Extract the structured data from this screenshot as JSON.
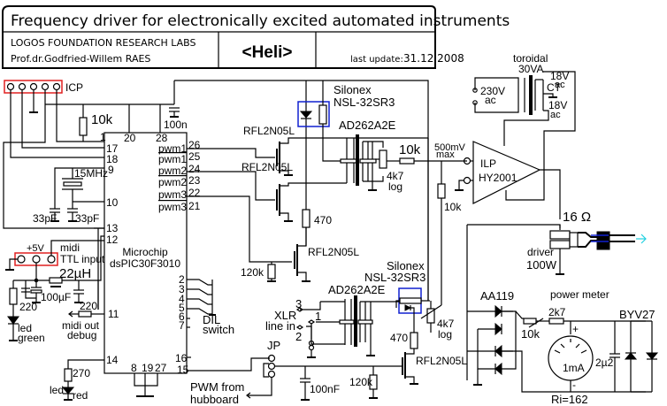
{
  "title_block": {
    "title": "Frequency driver for electronically excited automated instruments",
    "org": "LOGOS FOUNDATION RESEARCH LABS",
    "author": "Prof.dr.Godfried-Willem RAES",
    "project": "<Heli>",
    "last_update_label": "last update:",
    "last_update_date": "31.12.2008"
  },
  "connectors": {
    "icp": "ICP",
    "midi_plus5v": "+5V",
    "midi_label1": "midi",
    "midi_label2": "TTL input"
  },
  "mcu": {
    "name1": "Microchip",
    "name2": "dsPIC30F3010",
    "pins_top": [
      "1",
      "20",
      "28"
    ],
    "pins_left": [
      "17",
      "18",
      "9",
      "10",
      "13",
      "12",
      "11",
      "14"
    ],
    "pins_bottom": [
      "8",
      "19",
      "27"
    ],
    "pins_right": [
      "26",
      "25",
      "24",
      "23",
      "22",
      "21",
      "2",
      "3",
      "4",
      "5",
      "6",
      "7",
      "16",
      "15"
    ],
    "pwm_labels": [
      "pwm1",
      "pwm1",
      "pwm2",
      "pwm2",
      "pwm3",
      "pwm3"
    ]
  },
  "components": {
    "r_pullup": "10k",
    "c_decouple": "100n",
    "crystal": "15MHz",
    "c_xtal1": "33pF",
    "c_xtal2": "33pF",
    "inductor": "22µH",
    "c_bulk": "100µF",
    "r_led_green": "220",
    "led_green1": "led",
    "led_green2": "green",
    "r_midi_out": "220",
    "midi_out1": "midi out",
    "midi_out2": "debug",
    "r_led_red": "270",
    "led_red1": "led",
    "led_red2": "red",
    "mosfet": "RFL2N05L",
    "silonex_mfr": "Silonex",
    "silonex_part": "NSL-32SR3",
    "transformer": "AD262A2E",
    "r_series": "10k",
    "pot": "4k7",
    "pot_taper": "log",
    "r_led_opto": "470",
    "r_gate": "120k",
    "r_input": "10k",
    "level1": "500mV",
    "level2": "max",
    "dil1": "DIL",
    "dil2": "switch",
    "xlr1": "XLR",
    "xlr2": "line in",
    "xlr_pins": [
      "3",
      "1",
      "2"
    ],
    "jp": "JP",
    "c_pwm": "100nF",
    "pwm_src1": "PWM from",
    "pwm_src2": "hubboard"
  },
  "power": {
    "toroidal": "toroidal",
    "va": "30VA",
    "mains1": "230V",
    "mains2": "ac",
    "sec1a": "18V",
    "sec1b": "ac",
    "ct": "CT",
    "sec2a": "18V",
    "sec2b": "ac",
    "amp1": "ILP",
    "amp2": "HY2001",
    "impedance": "16 Ω",
    "driver1": "driver",
    "driver2": "100W"
  },
  "meter": {
    "title": "power meter",
    "diodes": "AA119",
    "r_series": "2k7",
    "trim": "10k",
    "meter": "1mA",
    "cap": "2µ2",
    "zener": "BYV27",
    "ri": "Ri=162",
    "plus": "+",
    "minus": "-"
  }
}
